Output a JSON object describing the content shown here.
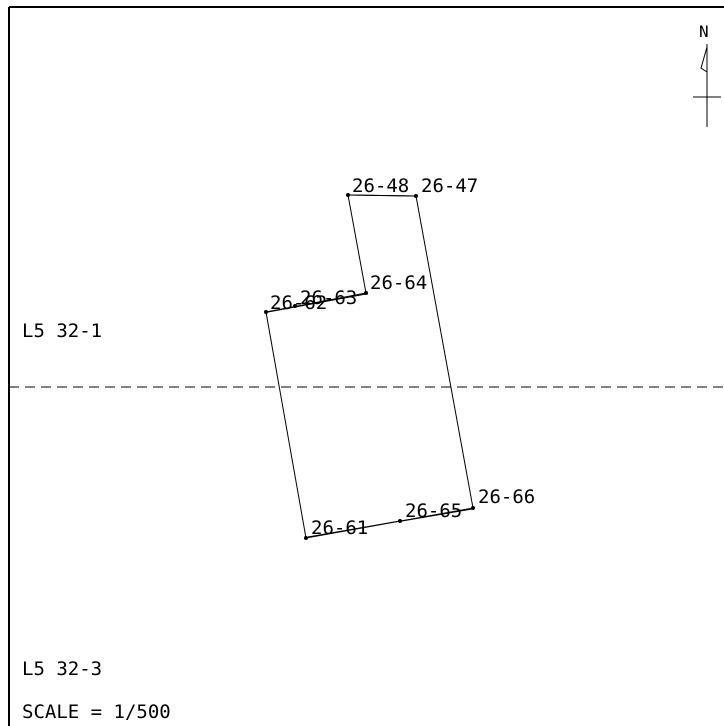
{
  "colors": {
    "line": "#000000",
    "background": "#ffffff"
  },
  "north_arrow": {
    "letter": "N",
    "icon": "north-arrow-icon"
  },
  "regions": {
    "upper": "L5 32-1",
    "lower": "L5 32-3"
  },
  "scale": {
    "text": "SCALE = 1/500"
  },
  "points": [
    {
      "id": "26-48",
      "label": "26-48"
    },
    {
      "id": "26-47",
      "label": "26-47"
    },
    {
      "id": "26-64",
      "label": "26-64"
    },
    {
      "id": "26-63",
      "label": "26-63"
    },
    {
      "id": "26-62",
      "label": "26-62"
    },
    {
      "id": "26-61",
      "label": "26-61"
    },
    {
      "id": "26-65",
      "label": "26-65"
    },
    {
      "id": "26-66",
      "label": "26-66"
    }
  ]
}
